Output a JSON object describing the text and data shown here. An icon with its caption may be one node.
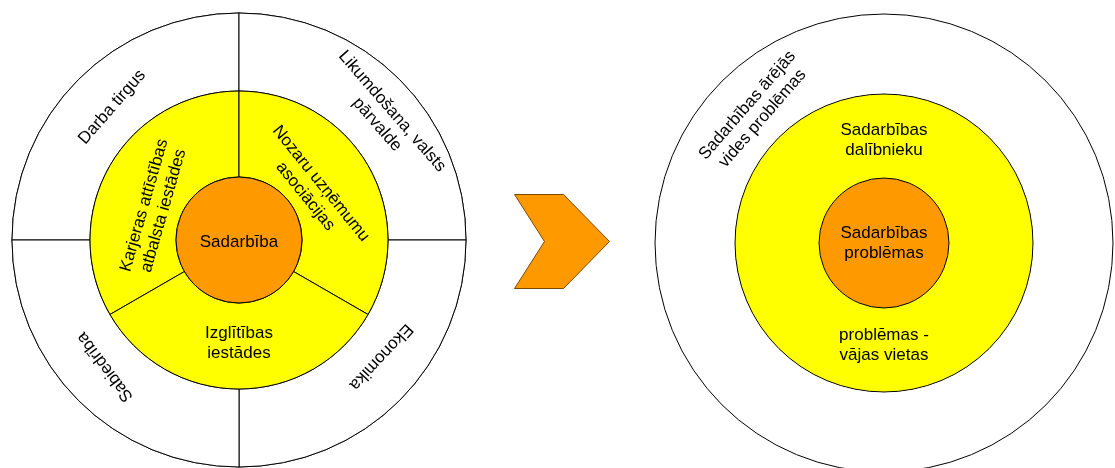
{
  "diagram": {
    "nodes": [
      {
        "text": [],
        "shape": "circle"
      },
      {
        "text": [
          "Darba tirgus"
        ],
        "in": 0
      },
      {
        "text": [
          "Likumdošana, valsts pārvalde"
        ],
        "in": 0
      },
      {
        "text": [
          "Ekonomika"
        ],
        "in": 0
      },
      {
        "text": [
          "Sabiedrība"
        ],
        "in": 0
      },
      {
        "text": [
          "Karjeras attīstības atbalsta iestādes"
        ],
        "in": 0
      },
      {
        "text": [
          "Nozaru uzņēmumu asociācijas"
        ],
        "in": 0
      },
      {
        "text": [
          "Izglītības iestādes"
        ],
        "in": 0
      },
      {
        "text": [
          "Sadarbība"
        ],
        "in": 0
      },
      {
        "text": [
          "Sadarbības ārējās vides problēmas"
        ]
      },
      {
        "text": [
          "Sadarbības dalībnieku",
          "problēmas - vājas vietas"
        ],
        "in": 9
      },
      {
        "text": [
          "Sadarbības problēmas"
        ],
        "in": 10
      }
    ],
    "edges": [
      {
        "from": 0,
        "to": 9,
        "arrow": "to",
        "style": "thick"
      }
    ]
  }
}
